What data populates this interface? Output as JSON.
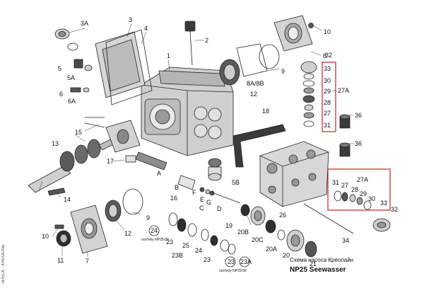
{
  "caption": "Схема насоса Креолайн",
  "title": "NP25  Seewasser",
  "side_text": "SPECK - KREOLINE",
  "note_23a": "nur/only NP25/30",
  "note_24": "nur/only NP25/30",
  "labels": {
    "l1": "1",
    "l2": "2",
    "l3": "3",
    "l3a": "3A",
    "l4": "4",
    "l5": "5",
    "l5a": "5A",
    "l5b": "5B",
    "l6": "6",
    "l6a": "6A",
    "l7": "7",
    "l8": "8",
    "l8a": "8A/8B",
    "l9a": "9",
    "l9b": "9",
    "l10a": "10",
    "l10b": "10",
    "l11": "11",
    "l12a": "12",
    "l12b": "12",
    "l13": "13",
    "l14": "14",
    "l15": "15",
    "l16": "16",
    "l17": "17",
    "l18": "18",
    "l19": "19",
    "l20": "20",
    "l20a": "20A",
    "l20b": "20B",
    "l20c": "20C",
    "l21": "21",
    "l23": "23",
    "l23b": "23B",
    "l23c": "23",
    "l23a": "23A",
    "l24a": "24",
    "l24b": "24",
    "l25": "25",
    "l26": "26",
    "l34": "34",
    "l36a": "36",
    "l36b": "36",
    "lA": "A",
    "lB": "B",
    "lC": "C",
    "lD": "D",
    "lE": "E",
    "lF": "F",
    "lG": "G",
    "r32": "32",
    "r33": "33",
    "r30": "30",
    "r29": "29",
    "r28": "28",
    "r27": "27",
    "r31": "31",
    "r27a": "27A",
    "s27a": "27A",
    "s31": "31",
    "s27": "27",
    "s28": "28",
    "s29": "29",
    "s30": "30",
    "s33": "33",
    "s32": "32"
  },
  "colors": {
    "highlight_box": "#d0302f",
    "part_fill": "#d9d9d9",
    "dark_fill": "#3a3a3a"
  }
}
